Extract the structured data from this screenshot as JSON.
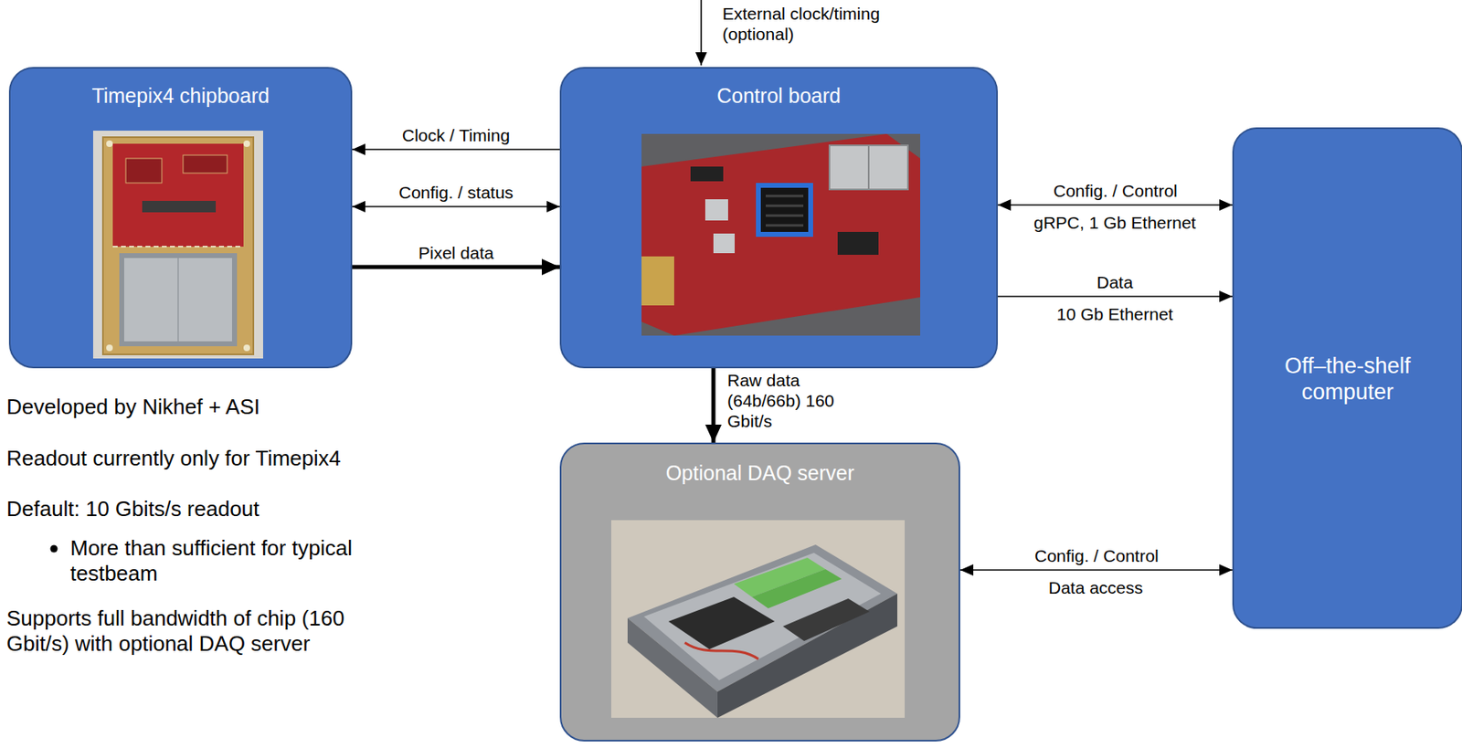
{
  "diagram": {
    "nodes": [
      {
        "text": [
          "Timepix4 chipboard"
        ]
      },
      {
        "text": [
          "Control board"
        ]
      },
      {
        "text": [
          "Off–the-shelf computer"
        ]
      },
      {
        "text": [
          "Optional DAQ server"
        ]
      }
    ],
    "edges": [
      {
        "from": 1,
        "to": 0,
        "arrow": "to",
        "label": "Clock / Timing"
      },
      {
        "from": 0,
        "to": 1,
        "arrow": "both",
        "label": "Config. / status"
      },
      {
        "from": 0,
        "to": 1,
        "arrow": "to",
        "label": "Pixel data"
      },
      {
        "from": 1,
        "to": 2,
        "arrow": "both",
        "label": "Config. / Control"
      },
      {
        "from": 1,
        "to": 2,
        "arrow": "to",
        "label": "Data"
      },
      {
        "from": 1,
        "to": 3,
        "arrow": "to",
        "label": "Raw data (64b/66b) 160 Gbit/s"
      },
      {
        "from": 3,
        "to": 2,
        "arrow": "both",
        "label": "Config. / Control"
      }
    ],
    "labels": [
      "External clock/timing (optional)",
      "gRPC, 1 Gb Ethernet",
      "10 Gb Ethernet",
      "Developed by Nikhef + ASI",
      "Readout currently only for Timepix4",
      "Default: 10 Gbits/s readout",
      "More than sufficient for typical testbeam",
      "Supports full bandwidth of chip (160 Gbit/s) with optional DAQ server",
      "Data access"
    ]
  }
}
